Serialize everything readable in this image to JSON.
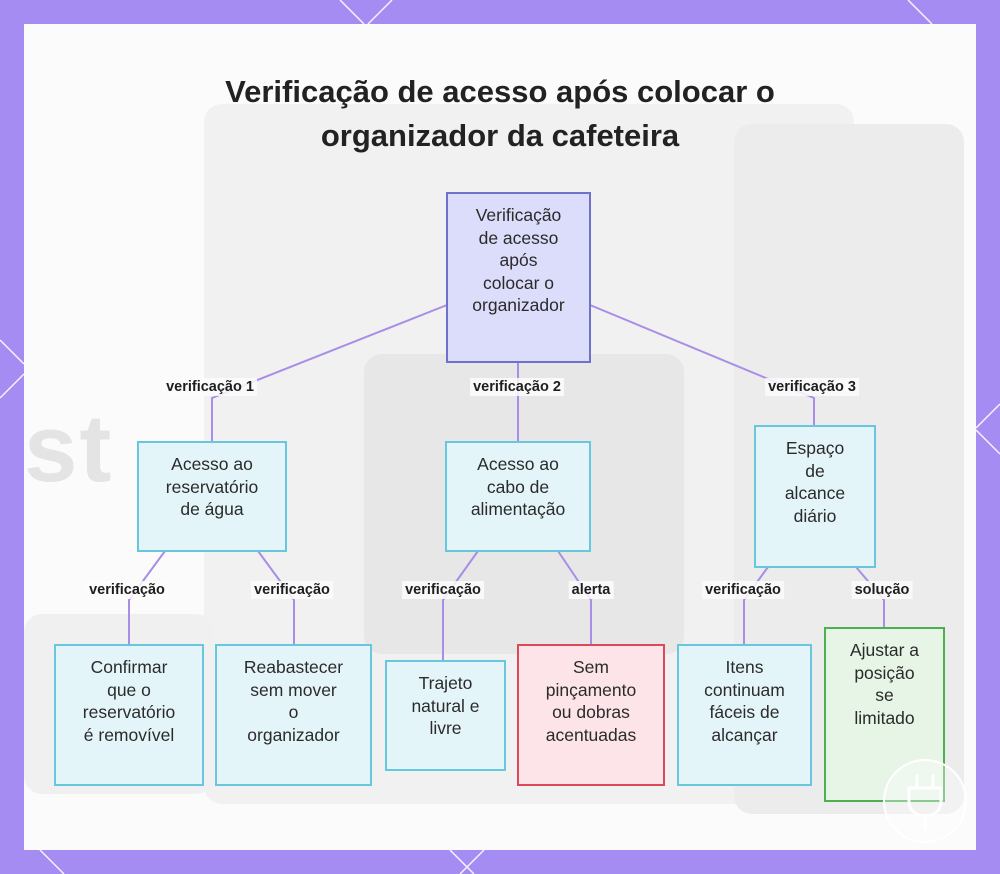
{
  "title": {
    "line1": "Verificação de acesso após colocar o",
    "line2": "organizador da cafeteira"
  },
  "background": {
    "watermark_fragment": "st"
  },
  "nodes": {
    "root": [
      "Verificação",
      "de acesso",
      "após",
      "colocar o",
      "organizador"
    ],
    "water": [
      "Acesso ao",
      "reservatório",
      "de água"
    ],
    "cable": [
      "Acesso ao",
      "cabo de",
      "alimentação"
    ],
    "space": [
      "Espaço",
      "de",
      "alcance",
      "diário"
    ],
    "confirm": [
      "Confirmar",
      "que o",
      "reservatório",
      "é removível"
    ],
    "refill": [
      "Reabastecer",
      "sem mover",
      "o",
      "organizador"
    ],
    "path": [
      "Trajeto",
      "natural e",
      "livre"
    ],
    "pinch": [
      "Sem",
      "pinçamento",
      "ou dobras",
      "acentuadas"
    ],
    "items": [
      "Itens",
      "continuam",
      "fáceis de",
      "alcançar"
    ],
    "adjust": [
      "Ajustar a",
      "posição",
      "se",
      "limitado"
    ]
  },
  "edge_labels": {
    "check1": "verificação 1",
    "check2": "verificação 2",
    "check3": "verificação 3",
    "water_confirm": "verificação",
    "water_refill": "verificação",
    "cable_path": "verificação",
    "cable_pinch": "alerta",
    "space_items": "verificação",
    "space_adjust": "solução"
  },
  "colors": {
    "frame": "#a58cf2",
    "edge": "#a98de8",
    "root_fill": "#dcdcfb",
    "root_border": "#6e72c8",
    "info_fill": "#e4f5fa",
    "info_border": "#68c7dd",
    "alert_fill": "#fce4e8",
    "alert_border": "#dc4a5a",
    "solution_fill": "#e6f5e6",
    "solution_border": "#4caf50"
  },
  "icons": {
    "logo": "plug-logo-icon"
  }
}
